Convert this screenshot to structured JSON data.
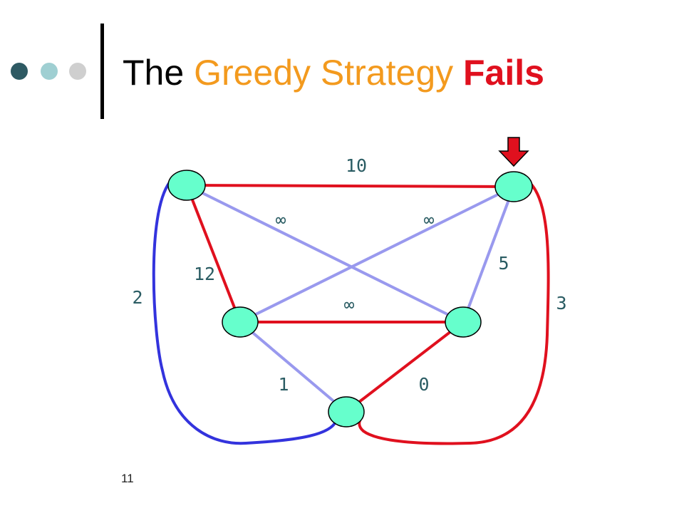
{
  "slide": {
    "title_parts": [
      "The ",
      "Greedy Strategy",
      " Fails"
    ],
    "slide_number": "11"
  },
  "colors": {
    "accent_dark": "#2e5a63",
    "accent_mid": "#9fcfd2",
    "accent_light": "#cfcfcf",
    "title_text": "#000000",
    "title_highlight": "#f39a1e",
    "title_emphasis": "#e0101e",
    "node_fill": "#66ffcc",
    "chosen_edge": "#e0101e",
    "other_edge": "#9999ee",
    "blue_edge": "#3333dd",
    "label_text": "#2a5c63",
    "arrow": "#e0101e"
  },
  "diagram": {
    "nodes": [
      "top-left",
      "top-right",
      "middle-left",
      "middle-right",
      "bottom"
    ],
    "start_marker": "top-right",
    "edges": [
      {
        "from": "top-left",
        "to": "top-right",
        "label": "10",
        "style": "chosen"
      },
      {
        "from": "top-left",
        "to": "middle-left",
        "label": "12",
        "style": "chosen"
      },
      {
        "from": "top-left",
        "to": "middle-right",
        "label": "∞",
        "style": "other"
      },
      {
        "from": "top-right",
        "to": "middle-left",
        "label": "∞",
        "style": "other"
      },
      {
        "from": "top-right",
        "to": "middle-right",
        "label": "5",
        "style": "other"
      },
      {
        "from": "middle-left",
        "to": "middle-right",
        "label": "∞",
        "style": "chosen"
      },
      {
        "from": "middle-left",
        "to": "bottom",
        "label": "1",
        "style": "other"
      },
      {
        "from": "middle-right",
        "to": "bottom",
        "label": "0",
        "style": "chosen"
      },
      {
        "from": "top-left",
        "to": "bottom",
        "label": "2",
        "style": "blue"
      },
      {
        "from": "top-right",
        "to": "bottom",
        "label": "3",
        "style": "chosen"
      }
    ]
  }
}
